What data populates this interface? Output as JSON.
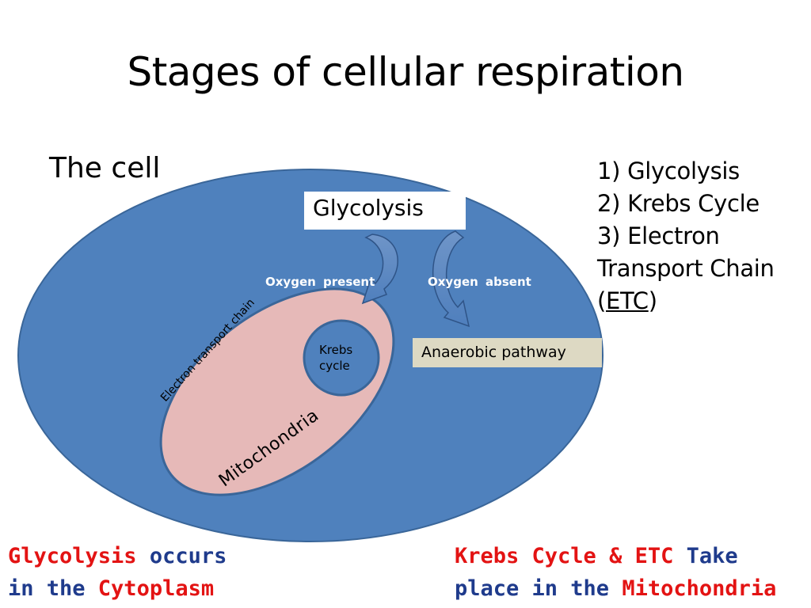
{
  "title": "Stages of cellular respiration",
  "cell_label": "The cell",
  "stages": [
    "1) Glycolysis",
    "2) Krebs Cycle",
    "3) Electron",
    "Transport Chain"
  ],
  "stage_abbrev": {
    "open": "(",
    "abbr": "ETC",
    "close": ")"
  },
  "diagram": {
    "glycolysis_box": "Glycolysis",
    "oxygen_present": "Oxygen present",
    "oxygen_absent": "Oxygen absent",
    "anaerobic_box": "Anaerobic pathway",
    "krebs_line1": "Krebs",
    "krebs_line2": "cycle",
    "etc_label": "Electron transport chain",
    "mitochondria_label": "Mitochondria"
  },
  "note_left": {
    "line1_red": "Glycolysis",
    "line1_blue": " occurs",
    "line2_blue": "in the ",
    "line2_red": "Cytoplasm"
  },
  "note_right": {
    "line1_red": "Krebs Cycle & ETC",
    "line1_blue": " Take",
    "line2_blue": "place in the ",
    "line2_red": "Mitochondria"
  },
  "colors": {
    "cell_fill": "#4f81bd",
    "cell_stroke": "#3a6699",
    "mito_fill": "#e6b9b8",
    "krebs_fill": "#4f81bd",
    "anaerobic_fill": "#ddd9c3",
    "note_red": "#e31313",
    "note_blue": "#1f3b8c"
  }
}
